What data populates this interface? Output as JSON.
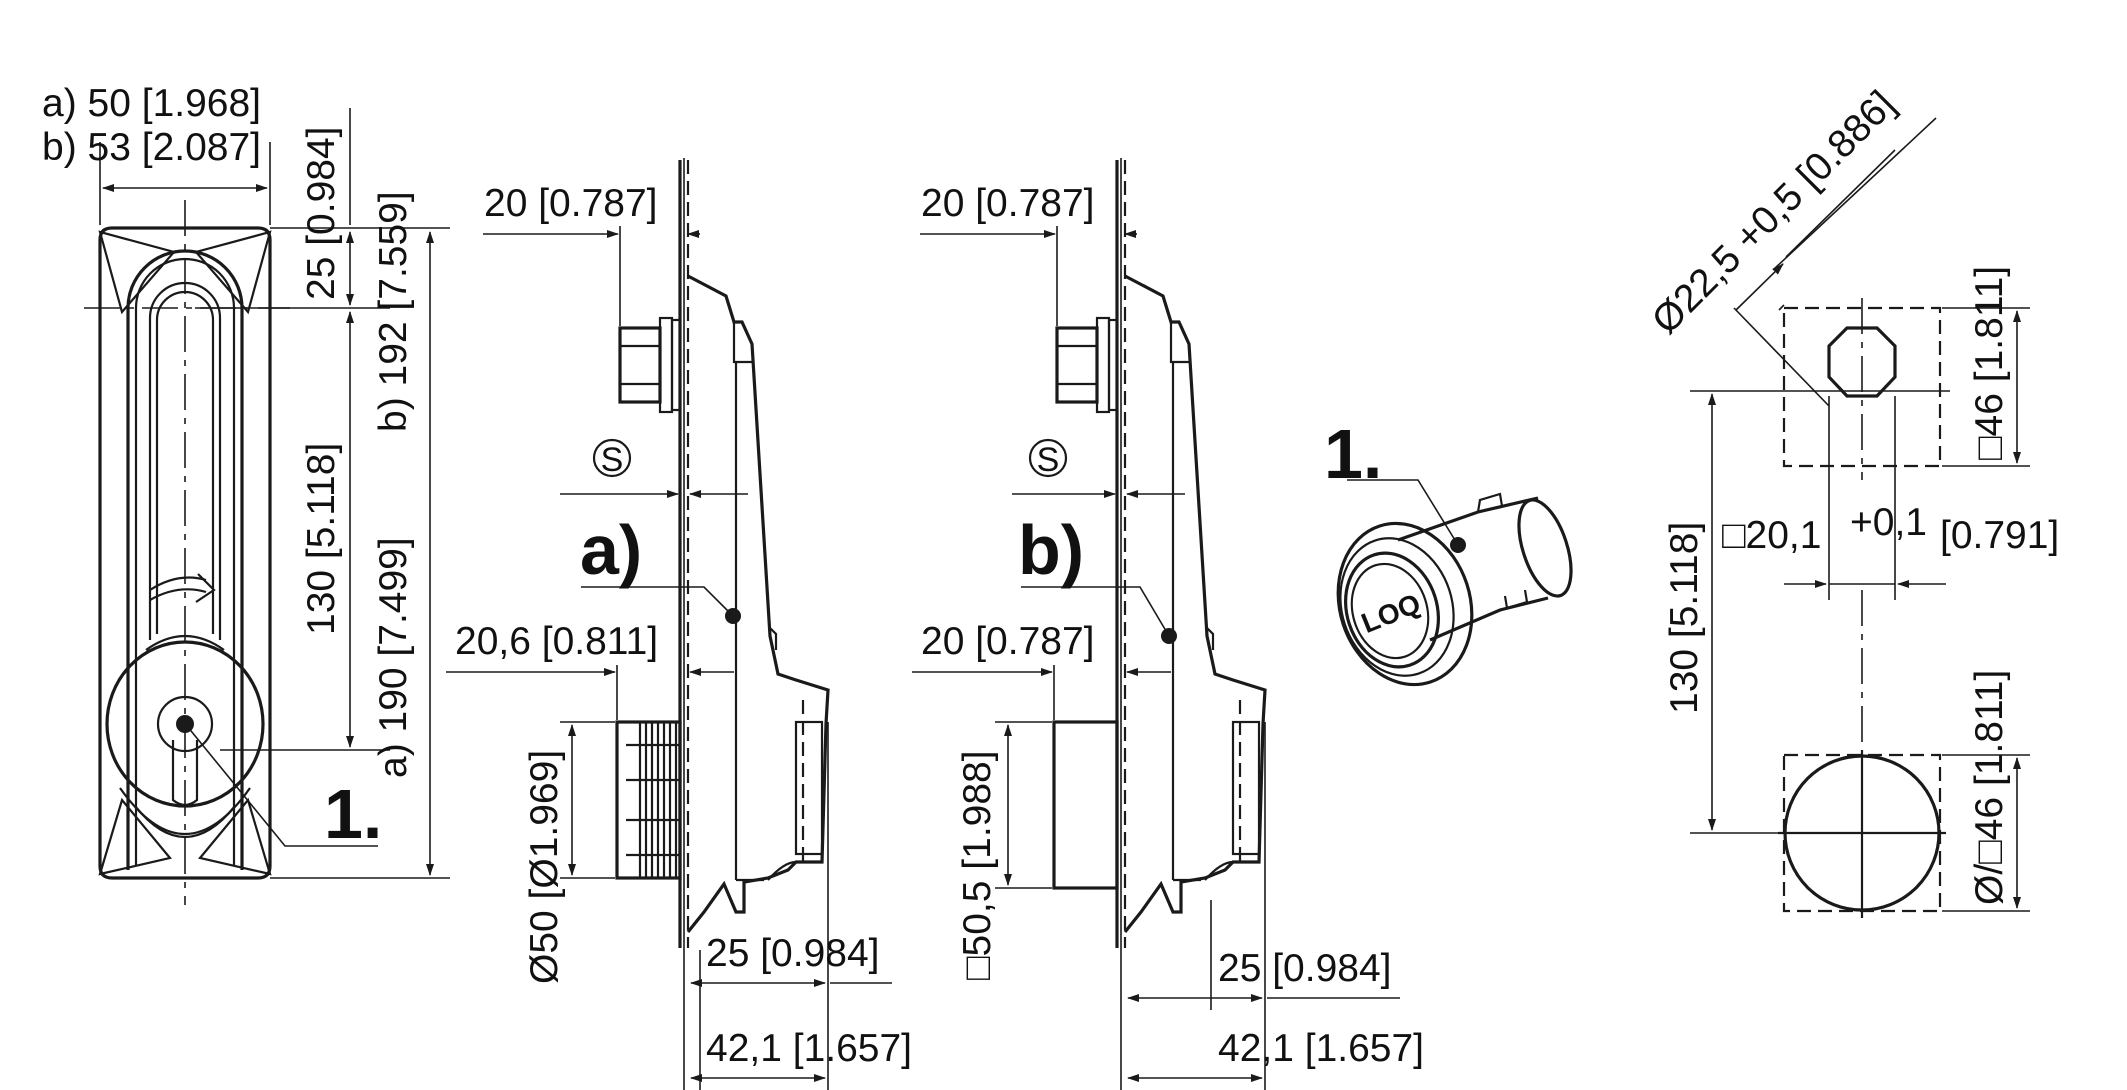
{
  "front_view": {
    "width_a": "a) 50 [1.968]",
    "width_b": "b) 53 [2.087]",
    "top_offset": "25 [0.984]",
    "slot_height": "130 [5.118]",
    "height_a": "a) 190 [7.499]",
    "height_b": "b) 192 [7.559]",
    "callout": "1."
  },
  "side_view_a": {
    "label": "a)",
    "top_thickness": "20 [0.787]",
    "symbol": "S",
    "lower_thickness": "20,6 [0.811]",
    "insert_diameter": "Ø50 [Ø1.969]",
    "depth_1": "25 [0.984]",
    "depth_2": "42,1 [1.657]"
  },
  "side_view_b": {
    "label": "b)",
    "top_thickness": "20 [0.787]",
    "symbol": "S",
    "lower_thickness": "20 [0.787]",
    "insert_square": "□50,5 [1.988]",
    "depth_1": "25 [0.984]",
    "depth_2": "42,1 [1.657]"
  },
  "detail_insert": {
    "callout": "1.",
    "engraving": "LOQ"
  },
  "cutout": {
    "hole_diameter": "Ø22,5 +0,5 [0.886]",
    "square_top": "□46 [1.811]",
    "width_value": "□20,1",
    "width_tolerance": "+0,1",
    "width_inch": "[0.791]",
    "pitch": "130 [5.118]",
    "round_square": "Ø/□46 [1.811]"
  }
}
